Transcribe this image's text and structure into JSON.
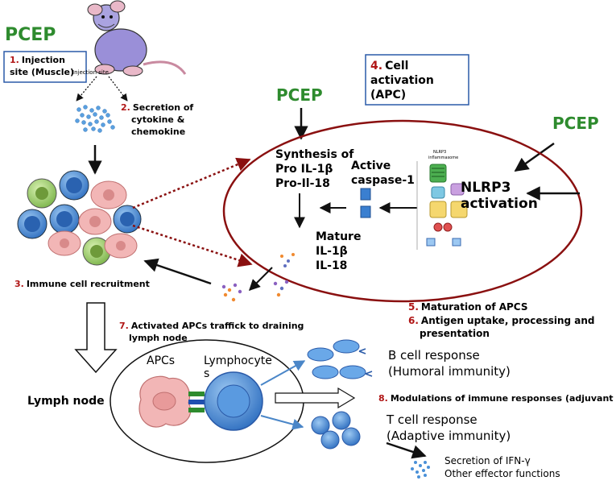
{
  "labels": {
    "pcep_top_left": "PCEP",
    "pcep_mid": "PCEP",
    "pcep_right": "PCEP",
    "step1_num": "1.",
    "step1_line1": "Injection",
    "step1_line2": "site (Muscle)",
    "injection_site": "Injection site",
    "step2_num": "2.",
    "step2_line1": "Secretion of",
    "step2_line2": "cytokine &",
    "step2_line3": "chemokine",
    "step3_num": "3.",
    "step3_text": "Immune cell recruitment",
    "step4_num": "4.",
    "step4_line1": "Cell",
    "step4_line2": "activation",
    "step4_line3": "(APC)",
    "synthesis_line1": "Synthesis of",
    "synthesis_line2": "Pro IL-1β",
    "synthesis_line3": "Pro-Il-18",
    "active_line1": "Active",
    "active_line2": "caspase-1",
    "nlrp3_line1": "NLRP3",
    "nlrp3_line2": "activation",
    "inflammasome_line1": "NLRP3",
    "inflammasome_line2": "inflammasome",
    "mature_line1": "Mature",
    "mature_line2": "IL-1β",
    "mature_line3": "IL-18",
    "step5_num": "5.",
    "step5_text": "Maturation of APCS",
    "step6_num": "6.",
    "step6_line1": "Antigen uptake, processing and",
    "step6_line2": "presentation",
    "step7_num": "7.",
    "step7_line1": "Activated APCs traffick to draining",
    "step7_line2": "lymph node",
    "apcs": "APCs",
    "lymphocytes_line1": "Lymphocyte",
    "lymphocytes_line2": "s",
    "lymph_node": "Lymph node",
    "bcell_line1": "B cell response",
    "bcell_line2": "(Humoral immunity)",
    "step8_num": "8.",
    "step8_text": "Modulations of immune responses (adjuvant activity)",
    "tcell_line1": "T cell response",
    "tcell_line2": "(Adaptive immunity)",
    "secretion_line1": "Secretion of IFN-γ",
    "secretion_line2": "Other effector functions"
  },
  "colors": {
    "pcep_green": "#2e8b2e",
    "step_red": "#b01515",
    "box_blue": "#2a5aa8",
    "ellipse_red": "#8a1010",
    "cell_blue": "#3a7fd0",
    "cell_pink": "#f0b0b0",
    "cell_green": "#9ccf6e"
  }
}
